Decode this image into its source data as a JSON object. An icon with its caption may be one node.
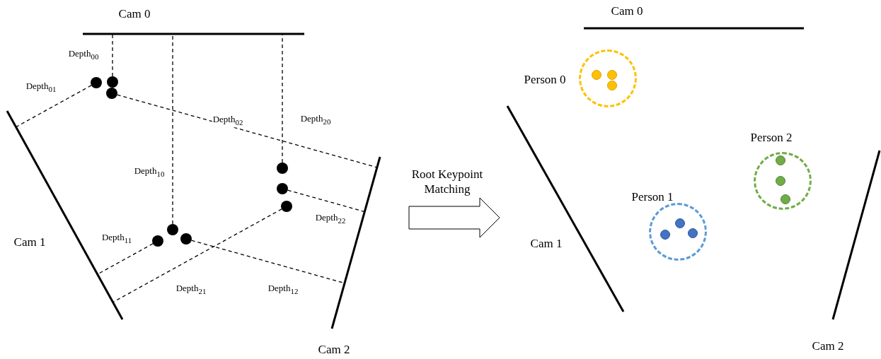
{
  "diagram": {
    "nodes": [
      {
        "text": [
          "Cam 0"
        ]
      },
      {
        "text": [
          "Cam 1"
        ]
      },
      {
        "text": [
          "Cam 2"
        ]
      },
      {
        "text": [],
        "shape": "circle"
      },
      {
        "text": [],
        "shape": "circle"
      },
      {
        "text": [],
        "shape": "circle"
      },
      {
        "text": [],
        "shape": "circle"
      },
      {
        "text": [],
        "shape": "circle"
      },
      {
        "text": [],
        "shape": "circle"
      },
      {
        "text": [],
        "shape": "circle"
      },
      {
        "text": [],
        "shape": "circle"
      },
      {
        "text": [],
        "shape": "circle"
      },
      {
        "text": [
          "Cam 0"
        ]
      },
      {
        "text": [
          "Cam 1"
        ]
      },
      {
        "text": [
          "Cam 2"
        ]
      },
      {
        "text": [
          "Person 0"
        ]
      },
      {
        "text": [],
        "shape": "circle",
        "in": 15
      },
      {
        "text": [],
        "shape": "circle",
        "in": 15
      },
      {
        "text": [],
        "shape": "circle",
        "in": 15
      },
      {
        "text": [
          "Person 2"
        ]
      },
      {
        "text": [],
        "shape": "circle",
        "in": 19
      },
      {
        "text": [],
        "shape": "circle",
        "in": 19
      },
      {
        "text": [],
        "shape": "circle",
        "in": 19
      },
      {
        "text": [
          "Person 1"
        ]
      },
      {
        "text": [],
        "shape": "circle",
        "in": 23
      },
      {
        "text": [],
        "shape": "circle",
        "in": 23
      },
      {
        "text": [],
        "shape": "circle",
        "in": 23
      }
    ],
    "edges": [
      {
        "from": 4,
        "to": 0,
        "arrow": "none",
        "style": "dashed",
        "label": "Depth$_{00}$"
      },
      {
        "from": 3,
        "to": 1,
        "arrow": "none",
        "style": "dashed",
        "label": "Depth$_{01}$"
      },
      {
        "from": 5,
        "to": 2,
        "arrow": "none",
        "style": "dashed",
        "label": "Depth$_{02}$"
      },
      {
        "from": 9,
        "to": 0,
        "arrow": "none",
        "style": "dashed",
        "label": "Depth$_{10}$"
      },
      {
        "from": 11,
        "to": 1,
        "arrow": "none",
        "style": "dashed",
        "label": "Depth$_{11}$"
      },
      {
        "from": 10,
        "to": 2,
        "arrow": "none",
        "style": "dashed",
        "label": "Depth$_{12}$"
      },
      {
        "from": 6,
        "to": 0,
        "arrow": "none",
        "style": "dashed",
        "label": "Depth$_{20}$"
      },
      {
        "from": 8,
        "to": 1,
        "arrow": "none",
        "style": "dashed",
        "label": "Depth$_{21}$"
      },
      {
        "from": 7,
        "to": 2,
        "arrow": "none",
        "style": "dashed",
        "label": "Depth$_{22}$"
      }
    ],
    "labels": [
      "Root Keypoint Matching"
    ]
  }
}
